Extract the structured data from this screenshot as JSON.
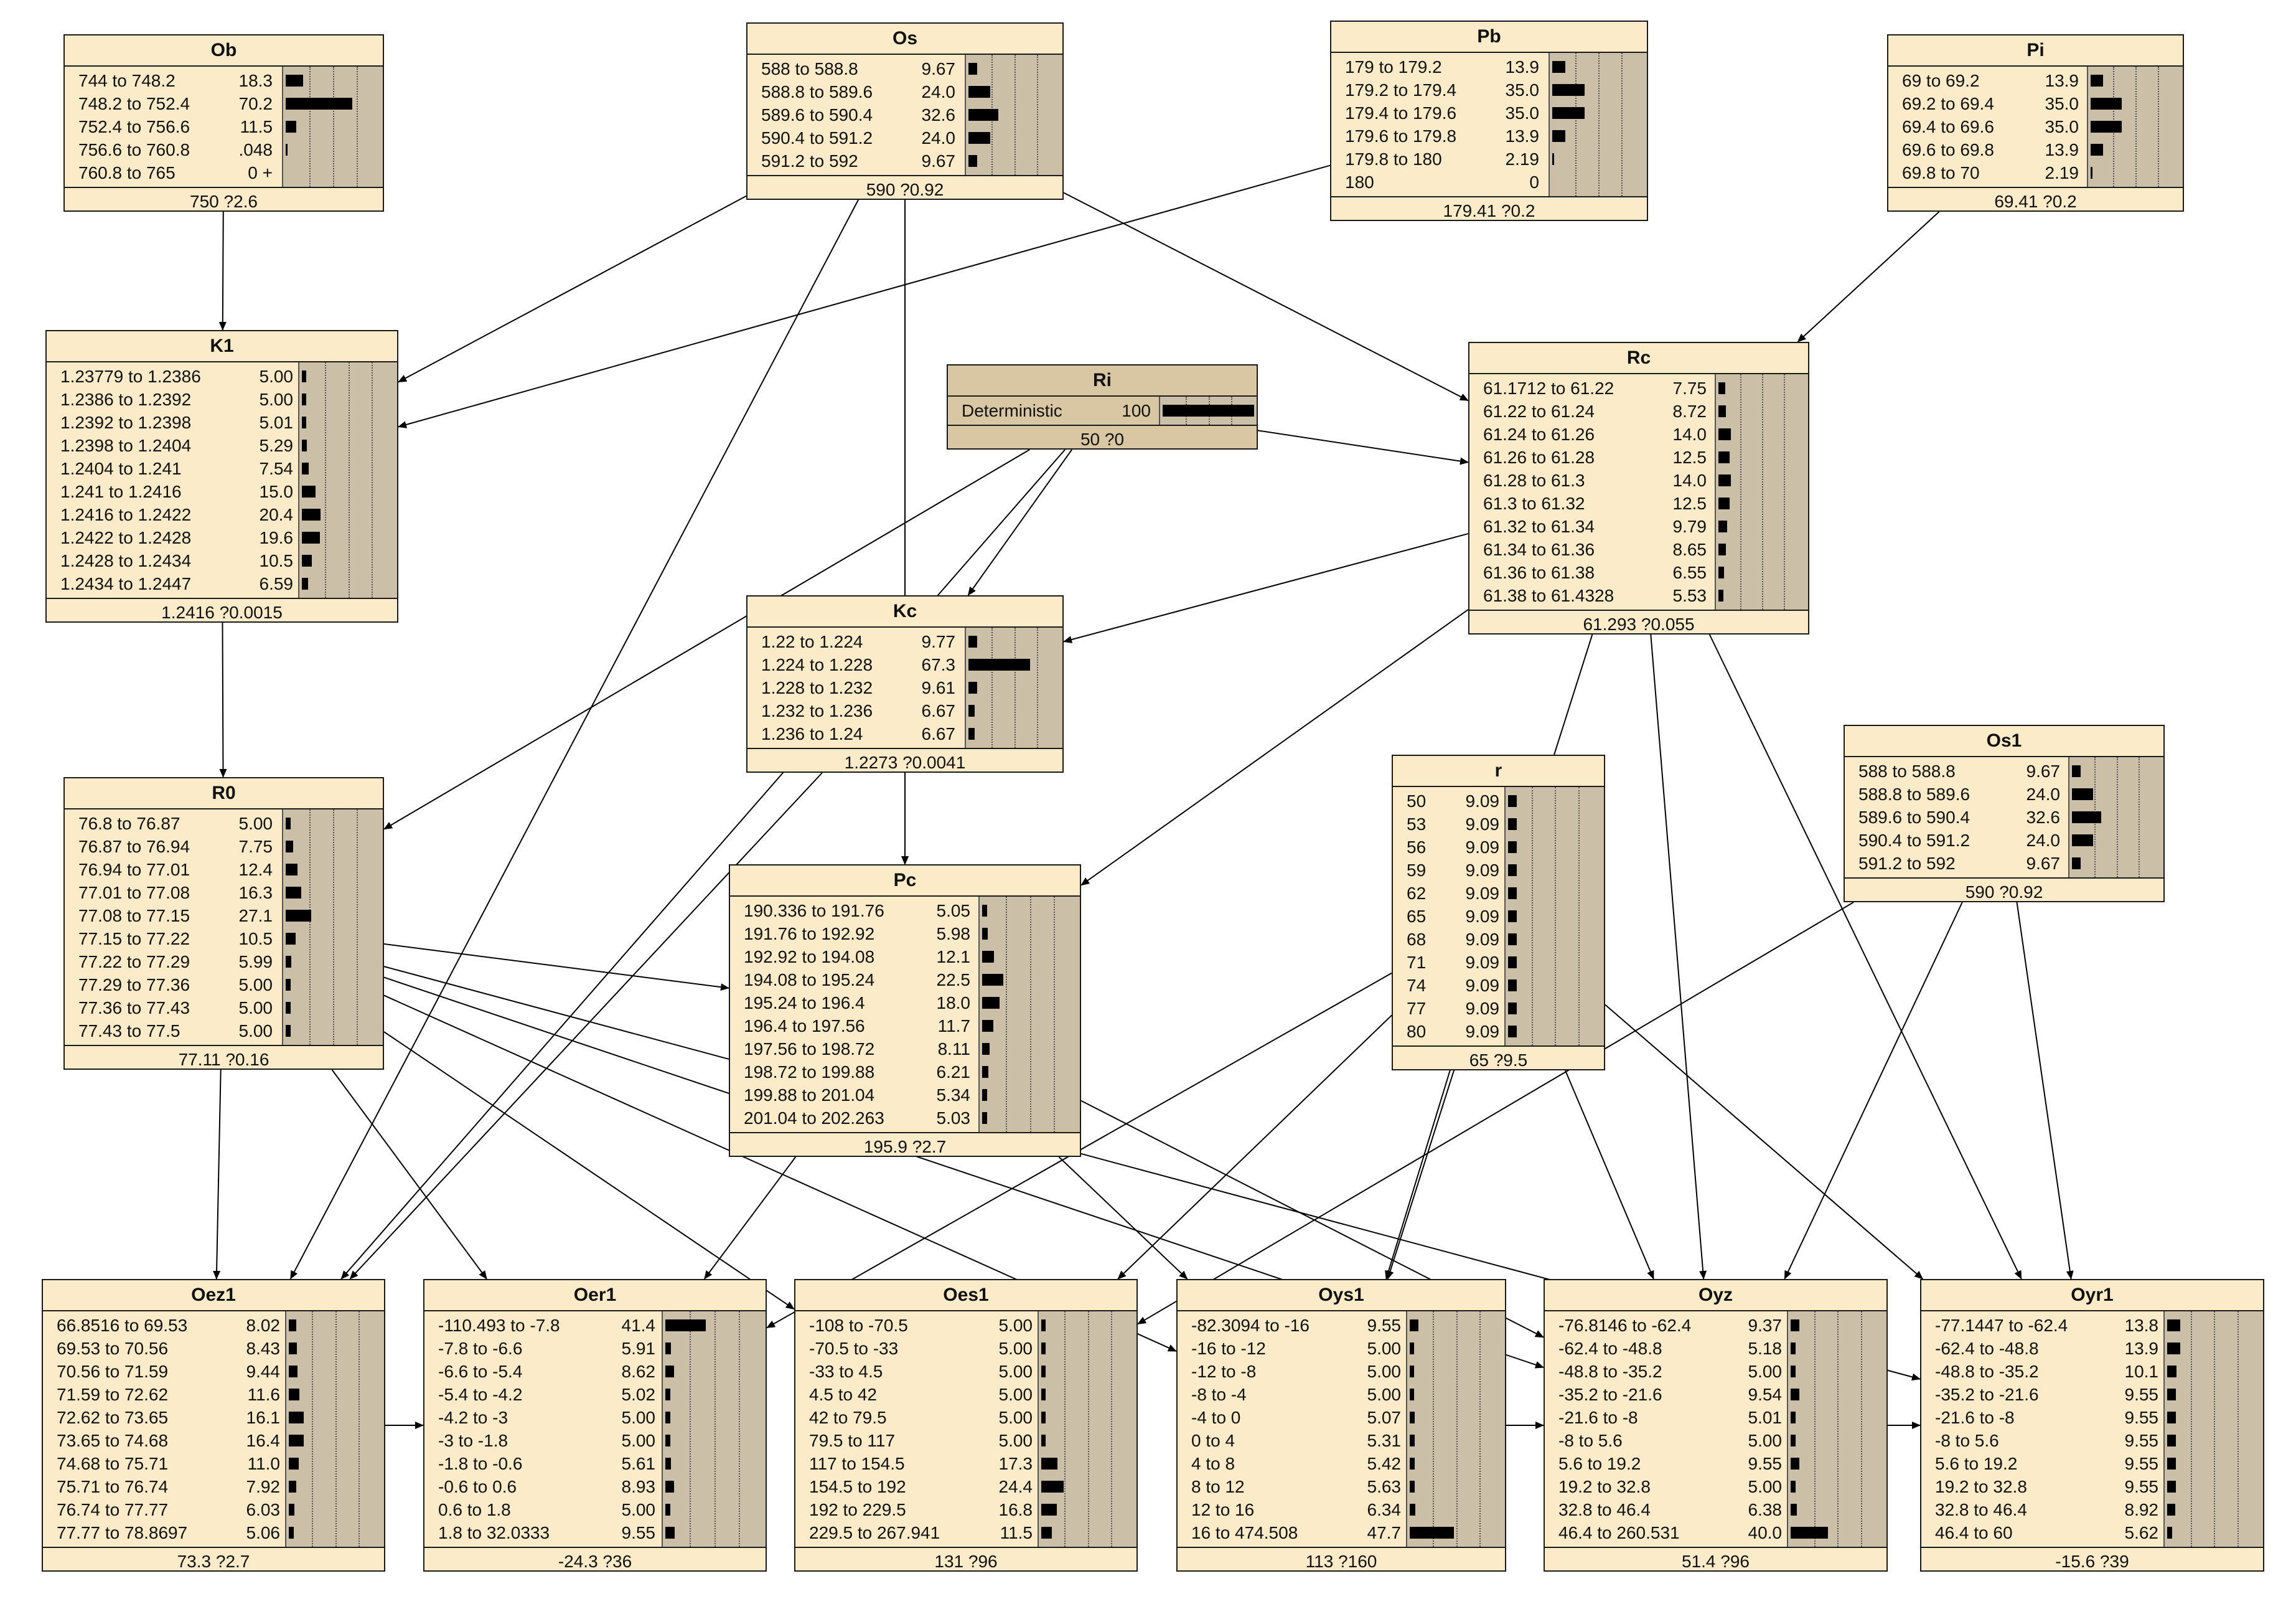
{
  "nodes": [
    {
      "id": "Ob",
      "title": "Ob",
      "footer": "750 ?2.6",
      "states": [
        {
          "label": "744 to 748.2",
          "value": "18.3",
          "p": 18.3
        },
        {
          "label": "748.2 to 752.4",
          "value": "70.2",
          "p": 70.2
        },
        {
          "label": "752.4 to 756.6",
          "value": "11.5",
          "p": 11.5
        },
        {
          "label": "756.6 to 760.8",
          "value": ".048",
          "p": 0.048
        },
        {
          "label": "760.8 to 765",
          "value": "0 +",
          "p": 0
        }
      ]
    },
    {
      "id": "Os",
      "title": "Os",
      "footer": "590 ?0.92",
      "states": [
        {
          "label": "588 to 588.8",
          "value": "9.67",
          "p": 9.67
        },
        {
          "label": "588.8 to 589.6",
          "value": "24.0",
          "p": 24.0
        },
        {
          "label": "589.6 to 590.4",
          "value": "32.6",
          "p": 32.6
        },
        {
          "label": "590.4 to 591.2",
          "value": "24.0",
          "p": 24.0
        },
        {
          "label": "591.2 to 592",
          "value": "9.67",
          "p": 9.67
        }
      ]
    },
    {
      "id": "Pb",
      "title": "Pb",
      "footer": "179.41 ?0.2",
      "states": [
        {
          "label": "179 to 179.2",
          "value": "13.9",
          "p": 13.9
        },
        {
          "label": "179.2 to 179.4",
          "value": "35.0",
          "p": 35.0
        },
        {
          "label": "179.4 to 179.6",
          "value": "35.0",
          "p": 35.0
        },
        {
          "label": "179.6 to 179.8",
          "value": "13.9",
          "p": 13.9
        },
        {
          "label": "179.8 to 180",
          "value": "2.19",
          "p": 2.19
        },
        {
          "label": "180",
          "value": "0",
          "p": 0
        }
      ]
    },
    {
      "id": "Pi",
      "title": "Pi",
      "footer": "69.41 ?0.2",
      "states": [
        {
          "label": "69 to 69.2",
          "value": "13.9",
          "p": 13.9
        },
        {
          "label": "69.2 to 69.4",
          "value": "35.0",
          "p": 35.0
        },
        {
          "label": "69.4 to 69.6",
          "value": "35.0",
          "p": 35.0
        },
        {
          "label": "69.6 to 69.8",
          "value": "13.9",
          "p": 13.9
        },
        {
          "label": "69.8 to 70",
          "value": "2.19",
          "p": 2.19
        }
      ]
    },
    {
      "id": "K1",
      "title": "K1",
      "footer": "1.2416 ?0.0015",
      "states": [
        {
          "label": "1.23779 to 1.2386",
          "value": "5.00",
          "p": 5.0
        },
        {
          "label": "1.2386 to 1.2392",
          "value": "5.00",
          "p": 5.0
        },
        {
          "label": "1.2392 to 1.2398",
          "value": "5.01",
          "p": 5.01
        },
        {
          "label": "1.2398 to 1.2404",
          "value": "5.29",
          "p": 5.29
        },
        {
          "label": "1.2404 to 1.241",
          "value": "7.54",
          "p": 7.54
        },
        {
          "label": "1.241 to 1.2416",
          "value": "15.0",
          "p": 15.0
        },
        {
          "label": "1.2416 to 1.2422",
          "value": "20.4",
          "p": 20.4
        },
        {
          "label": "1.2422 to 1.2428",
          "value": "19.6",
          "p": 19.6
        },
        {
          "label": "1.2428 to 1.2434",
          "value": "10.5",
          "p": 10.5
        },
        {
          "label": "1.2434 to 1.2447",
          "value": "6.59",
          "p": 6.59
        }
      ]
    },
    {
      "id": "Ri",
      "title": "Ri",
      "footer": "50 ?0",
      "states": [
        {
          "label": "Deterministic",
          "value": "100",
          "p": 100
        }
      ]
    },
    {
      "id": "Rc",
      "title": "Rc",
      "footer": "61.293 ?0.055",
      "states": [
        {
          "label": "61.1712 to 61.22",
          "value": "7.75",
          "p": 7.75
        },
        {
          "label": "61.22 to 61.24",
          "value": "8.72",
          "p": 8.72
        },
        {
          "label": "61.24 to 61.26",
          "value": "14.0",
          "p": 14.0
        },
        {
          "label": "61.26 to 61.28",
          "value": "12.5",
          "p": 12.5
        },
        {
          "label": "61.28 to 61.3",
          "value": "14.0",
          "p": 14.0
        },
        {
          "label": "61.3 to 61.32",
          "value": "12.5",
          "p": 12.5
        },
        {
          "label": "61.32 to 61.34",
          "value": "9.79",
          "p": 9.79
        },
        {
          "label": "61.34 to 61.36",
          "value": "8.65",
          "p": 8.65
        },
        {
          "label": "61.36 to 61.38",
          "value": "6.55",
          "p": 6.55
        },
        {
          "label": "61.38 to 61.4328",
          "value": "5.53",
          "p": 5.53
        }
      ]
    },
    {
      "id": "Kc",
      "title": "Kc",
      "footer": "1.2273 ?0.0041",
      "states": [
        {
          "label": "1.22 to 1.224",
          "value": "9.77",
          "p": 9.77
        },
        {
          "label": "1.224 to 1.228",
          "value": "67.3",
          "p": 67.3
        },
        {
          "label": "1.228 to 1.232",
          "value": "9.61",
          "p": 9.61
        },
        {
          "label": "1.232 to 1.236",
          "value": "6.67",
          "p": 6.67
        },
        {
          "label": "1.236 to 1.24",
          "value": "6.67",
          "p": 6.67
        }
      ]
    },
    {
      "id": "R0",
      "title": "R0",
      "footer": "77.11 ?0.16",
      "states": [
        {
          "label": "76.8 to 76.87",
          "value": "5.00",
          "p": 5.0
        },
        {
          "label": "76.87 to 76.94",
          "value": "7.75",
          "p": 7.75
        },
        {
          "label": "76.94 to 77.01",
          "value": "12.4",
          "p": 12.4
        },
        {
          "label": "77.01 to 77.08",
          "value": "16.3",
          "p": 16.3
        },
        {
          "label": "77.08 to 77.15",
          "value": "27.1",
          "p": 27.1
        },
        {
          "label": "77.15 to 77.22",
          "value": "10.5",
          "p": 10.5
        },
        {
          "label": "77.22 to 77.29",
          "value": "5.99",
          "p": 5.99
        },
        {
          "label": "77.29 to 77.36",
          "value": "5.00",
          "p": 5.0
        },
        {
          "label": "77.36 to 77.43",
          "value": "5.00",
          "p": 5.0
        },
        {
          "label": "77.43 to 77.5",
          "value": "5.00",
          "p": 5.0
        }
      ]
    },
    {
      "id": "r",
      "title": "r",
      "footer": "65 ?9.5",
      "states": [
        {
          "label": "50",
          "value": "9.09",
          "p": 9.09
        },
        {
          "label": "53",
          "value": "9.09",
          "p": 9.09
        },
        {
          "label": "56",
          "value": "9.09",
          "p": 9.09
        },
        {
          "label": "59",
          "value": "9.09",
          "p": 9.09
        },
        {
          "label": "62",
          "value": "9.09",
          "p": 9.09
        },
        {
          "label": "65",
          "value": "9.09",
          "p": 9.09
        },
        {
          "label": "68",
          "value": "9.09",
          "p": 9.09
        },
        {
          "label": "71",
          "value": "9.09",
          "p": 9.09
        },
        {
          "label": "74",
          "value": "9.09",
          "p": 9.09
        },
        {
          "label": "77",
          "value": "9.09",
          "p": 9.09
        },
        {
          "label": "80",
          "value": "9.09",
          "p": 9.09
        }
      ]
    },
    {
      "id": "Os1",
      "title": "Os1",
      "footer": "590 ?0.92",
      "states": [
        {
          "label": "588 to 588.8",
          "value": "9.67",
          "p": 9.67
        },
        {
          "label": "588.8 to 589.6",
          "value": "24.0",
          "p": 24.0
        },
        {
          "label": "589.6 to 590.4",
          "value": "32.6",
          "p": 32.6
        },
        {
          "label": "590.4 to 591.2",
          "value": "24.0",
          "p": 24.0
        },
        {
          "label": "591.2 to 592",
          "value": "9.67",
          "p": 9.67
        }
      ]
    },
    {
      "id": "Pc",
      "title": "Pc",
      "footer": "195.9 ?2.7",
      "states": [
        {
          "label": "190.336 to 191.76",
          "value": "5.05",
          "p": 5.05
        },
        {
          "label": "191.76 to 192.92",
          "value": "5.98",
          "p": 5.98
        },
        {
          "label": "192.92 to 194.08",
          "value": "12.1",
          "p": 12.1
        },
        {
          "label": "194.08 to 195.24",
          "value": "22.5",
          "p": 22.5
        },
        {
          "label": "195.24 to 196.4",
          "value": "18.0",
          "p": 18.0
        },
        {
          "label": "196.4 to 197.56",
          "value": "11.7",
          "p": 11.7
        },
        {
          "label": "197.56 to 198.72",
          "value": "8.11",
          "p": 8.11
        },
        {
          "label": "198.72 to 199.88",
          "value": "6.21",
          "p": 6.21
        },
        {
          "label": "199.88 to 201.04",
          "value": "5.34",
          "p": 5.34
        },
        {
          "label": "201.04 to 202.263",
          "value": "5.03",
          "p": 5.03
        }
      ]
    },
    {
      "id": "Oez1",
      "title": "Oez1",
      "footer": "73.3 ?2.7",
      "states": [
        {
          "label": "66.8516 to 69.53",
          "value": "8.02",
          "p": 8.02
        },
        {
          "label": "69.53 to 70.56",
          "value": "8.43",
          "p": 8.43
        },
        {
          "label": "70.56 to 71.59",
          "value": "9.44",
          "p": 9.44
        },
        {
          "label": "71.59 to 72.62",
          "value": "11.6",
          "p": 11.6
        },
        {
          "label": "72.62 to 73.65",
          "value": "16.1",
          "p": 16.1
        },
        {
          "label": "73.65 to 74.68",
          "value": "16.4",
          "p": 16.4
        },
        {
          "label": "74.68 to 75.71",
          "value": "11.0",
          "p": 11.0
        },
        {
          "label": "75.71 to 76.74",
          "value": "7.92",
          "p": 7.92
        },
        {
          "label": "76.74 to 77.77",
          "value": "6.03",
          "p": 6.03
        },
        {
          "label": "77.77 to 78.8697",
          "value": "5.06",
          "p": 5.06
        }
      ]
    },
    {
      "id": "Oer1",
      "title": "Oer1",
      "footer": "-24.3 ?36",
      "states": [
        {
          "label": "-110.493 to -7.8",
          "value": "41.4",
          "p": 41.4
        },
        {
          "label": "-7.8 to -6.6",
          "value": "5.91",
          "p": 5.91
        },
        {
          "label": "-6.6 to -5.4",
          "value": "8.62",
          "p": 8.62
        },
        {
          "label": "-5.4 to -4.2",
          "value": "5.02",
          "p": 5.02
        },
        {
          "label": "-4.2 to -3",
          "value": "5.00",
          "p": 5.0
        },
        {
          "label": "-3 to -1.8",
          "value": "5.00",
          "p": 5.0
        },
        {
          "label": "-1.8 to -0.6",
          "value": "5.61",
          "p": 5.61
        },
        {
          "label": "-0.6 to 0.6",
          "value": "8.93",
          "p": 8.93
        },
        {
          "label": "0.6 to 1.8",
          "value": "5.00",
          "p": 5.0
        },
        {
          "label": "1.8 to 32.0333",
          "value": "9.55",
          "p": 9.55
        }
      ]
    },
    {
      "id": "Oes1",
      "title": "Oes1",
      "footer": "131 ?96",
      "states": [
        {
          "label": "-108 to -70.5",
          "value": "5.00",
          "p": 5.0
        },
        {
          "label": "-70.5 to -33",
          "value": "5.00",
          "p": 5.0
        },
        {
          "label": "-33 to 4.5",
          "value": "5.00",
          "p": 5.0
        },
        {
          "label": "4.5 to 42",
          "value": "5.00",
          "p": 5.0
        },
        {
          "label": "42 to 79.5",
          "value": "5.00",
          "p": 5.0
        },
        {
          "label": "79.5 to 117",
          "value": "5.00",
          "p": 5.0
        },
        {
          "label": "117 to 154.5",
          "value": "17.3",
          "p": 17.3
        },
        {
          "label": "154.5 to 192",
          "value": "24.4",
          "p": 24.4
        },
        {
          "label": "192 to 229.5",
          "value": "16.8",
          "p": 16.8
        },
        {
          "label": "229.5 to 267.941",
          "value": "11.5",
          "p": 11.5
        }
      ]
    },
    {
      "id": "Oys1",
      "title": "Oys1",
      "footer": "113 ?160",
      "states": [
        {
          "label": "-82.3094 to -16",
          "value": "9.55",
          "p": 9.55
        },
        {
          "label": "-16 to -12",
          "value": "5.00",
          "p": 5.0
        },
        {
          "label": "-12 to -8",
          "value": "5.00",
          "p": 5.0
        },
        {
          "label": "-8 to -4",
          "value": "5.00",
          "p": 5.0
        },
        {
          "label": "-4 to 0",
          "value": "5.07",
          "p": 5.07
        },
        {
          "label": "0 to 4",
          "value": "5.31",
          "p": 5.31
        },
        {
          "label": "4 to 8",
          "value": "5.42",
          "p": 5.42
        },
        {
          "label": "8 to 12",
          "value": "5.63",
          "p": 5.63
        },
        {
          "label": "12 to 16",
          "value": "6.34",
          "p": 6.34
        },
        {
          "label": "16 to 474.508",
          "value": "47.7",
          "p": 47.7
        }
      ]
    },
    {
      "id": "Oyz",
      "title": "Oyz",
      "footer": "51.4 ?96",
      "states": [
        {
          "label": "-76.8146 to -62.4",
          "value": "9.37",
          "p": 9.37
        },
        {
          "label": "-62.4 to -48.8",
          "value": "5.18",
          "p": 5.18
        },
        {
          "label": "-48.8 to -35.2",
          "value": "5.00",
          "p": 5.0
        },
        {
          "label": "-35.2 to -21.6",
          "value": "9.54",
          "p": 9.54
        },
        {
          "label": "-21.6 to -8",
          "value": "5.01",
          "p": 5.01
        },
        {
          "label": "-8 to 5.6",
          "value": "5.00",
          "p": 5.0
        },
        {
          "label": "5.6 to 19.2",
          "value": "9.55",
          "p": 9.55
        },
        {
          "label": "19.2 to 32.8",
          "value": "5.00",
          "p": 5.0
        },
        {
          "label": "32.8 to 46.4",
          "value": "6.38",
          "p": 6.38
        },
        {
          "label": "46.4 to 260.531",
          "value": "40.0",
          "p": 40.0
        }
      ]
    },
    {
      "id": "Oyr1",
      "title": "Oyr1",
      "footer": "-15.6 ?39",
      "states": [
        {
          "label": "-77.1447 to -62.4",
          "value": "13.8",
          "p": 13.8
        },
        {
          "label": "-62.4 to -48.8",
          "value": "13.9",
          "p": 13.9
        },
        {
          "label": "-48.8 to -35.2",
          "value": "10.1",
          "p": 10.1
        },
        {
          "label": "-35.2 to -21.6",
          "value": "9.55",
          "p": 9.55
        },
        {
          "label": "-21.6 to -8",
          "value": "9.55",
          "p": 9.55
        },
        {
          "label": "-8 to 5.6",
          "value": "9.55",
          "p": 9.55
        },
        {
          "label": "5.6 to 19.2",
          "value": "9.55",
          "p": 9.55
        },
        {
          "label": "19.2 to 32.8",
          "value": "9.55",
          "p": 9.55
        },
        {
          "label": "32.8 to 46.4",
          "value": "8.92",
          "p": 8.92
        },
        {
          "label": "46.4 to 60",
          "value": "5.62",
          "p": 5.62
        }
      ]
    }
  ],
  "edges": [
    [
      "Ob",
      "K1"
    ],
    [
      "Os",
      "K1"
    ],
    [
      "Pb",
      "K1"
    ],
    [
      "Os",
      "Oez1"
    ],
    [
      "Os",
      "Rc"
    ],
    [
      "Pi",
      "Rc"
    ],
    [
      "Ri",
      "Rc"
    ],
    [
      "Ri",
      "Kc"
    ],
    [
      "Ri",
      "R0"
    ],
    [
      "Ri",
      "Oez1"
    ],
    [
      "Rc",
      "Kc"
    ],
    [
      "Rc",
      "Pc"
    ],
    [
      "Rc",
      "Oys1"
    ],
    [
      "Rc",
      "Oyz"
    ],
    [
      "Rc",
      "Oyr1"
    ],
    [
      "Os",
      "Pc"
    ],
    [
      "K1",
      "R0"
    ],
    [
      "Kc",
      "Pc"
    ],
    [
      "Kc",
      "Oez1"
    ],
    [
      "R0",
      "Oez1"
    ],
    [
      "R0",
      "Oer1"
    ],
    [
      "R0",
      "Oes1"
    ],
    [
      "R0",
      "Oys1"
    ],
    [
      "R0",
      "Oyz"
    ],
    [
      "R0",
      "Oyr1"
    ],
    [
      "R0",
      "Pc"
    ],
    [
      "Pc",
      "Oys1"
    ],
    [
      "Pc",
      "Oyz"
    ],
    [
      "Pc",
      "Oer1"
    ],
    [
      "r",
      "Oer1"
    ],
    [
      "r",
      "Oes1"
    ],
    [
      "r",
      "Oys1"
    ],
    [
      "r",
      "Oyz"
    ],
    [
      "r",
      "Oyr1"
    ],
    [
      "Os1",
      "Oes1"
    ],
    [
      "Os1",
      "Oyz"
    ],
    [
      "Os1",
      "Oyr1"
    ],
    [
      "Oez1",
      "Oer1"
    ],
    [
      "Oys1",
      "Oyz"
    ],
    [
      "Oyz",
      "Oyr1"
    ]
  ]
}
